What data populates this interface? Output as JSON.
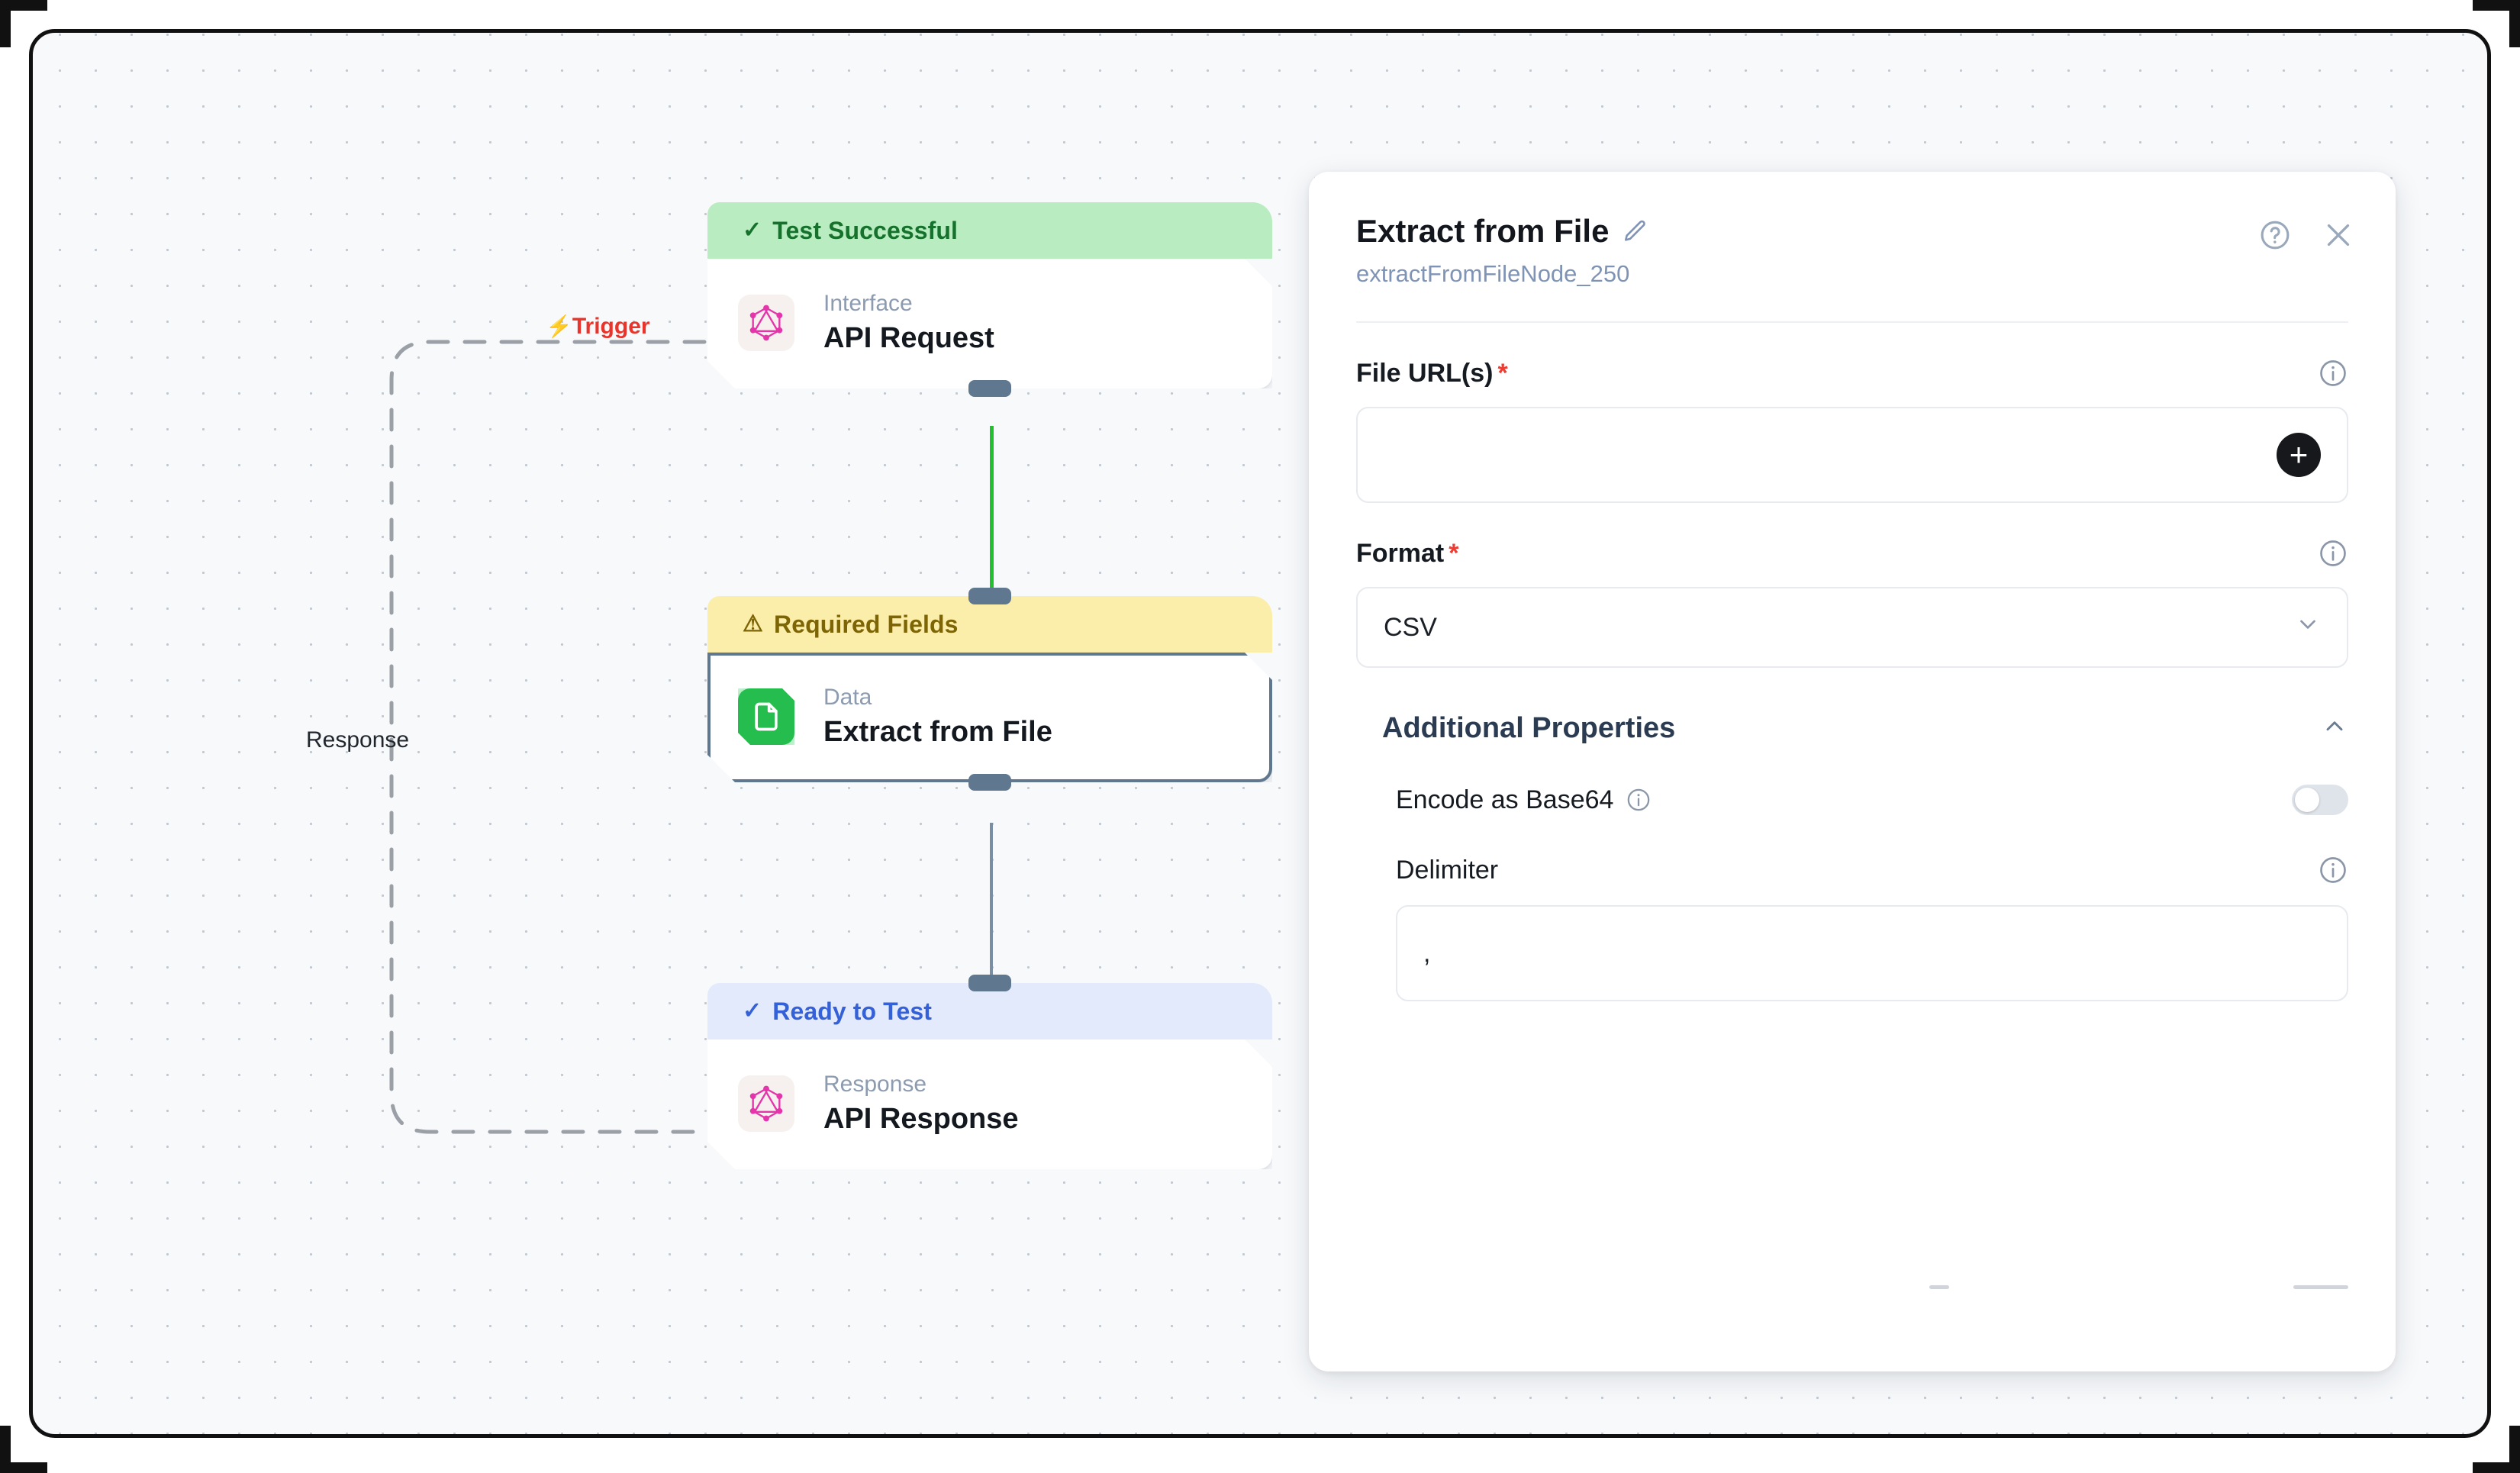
{
  "canvas": {
    "edges": [
      {
        "id": "trigger-edge",
        "label": "Trigger",
        "glyph": "⚡",
        "color": "#e8342b"
      },
      {
        "id": "response-edge",
        "label": "Response",
        "color": "#22272e"
      }
    ],
    "nodes": [
      {
        "id": "api-request",
        "badge": {
          "text": "Test Successful",
          "glyph": "✓",
          "state": "success"
        },
        "kind": "Interface",
        "title": "API Request",
        "icon": "graphql-icon",
        "selected": false
      },
      {
        "id": "extract-from-file",
        "badge": {
          "text": "Required Fields",
          "glyph": "⚠",
          "state": "warning"
        },
        "kind": "Data",
        "title": "Extract from File",
        "icon": "file-document-icon",
        "selected": true
      },
      {
        "id": "api-response",
        "badge": {
          "text": "Ready to Test",
          "glyph": "✓",
          "state": "info"
        },
        "kind": "Response",
        "title": "API Response",
        "icon": "graphql-icon",
        "selected": false
      }
    ]
  },
  "panel": {
    "title": "Extract from File",
    "subtitle": "extractFromFileNode_250",
    "edit_icon": "pencil-icon",
    "help_icon": "help-circle-icon",
    "close_icon": "close-icon",
    "fields": {
      "file_urls": {
        "label": "File URL(s)",
        "required": "*",
        "value": "",
        "placeholder": "",
        "info_icon": "info-icon",
        "add_icon": "plus-icon",
        "add_label": "+"
      },
      "format": {
        "label": "Format",
        "required": "*",
        "value": "CSV",
        "info_icon": "info-icon",
        "chevron_icon": "chevron-down-icon",
        "options": [
          "CSV"
        ]
      }
    },
    "additional_properties": {
      "title": "Additional Properties",
      "collapse_icon": "chevron-up-icon",
      "expanded": true,
      "encode_base64": {
        "label": "Encode as Base64",
        "info_icon": "info-icon",
        "enabled": false
      },
      "delimiter": {
        "label": "Delimiter",
        "info_icon": "info-icon",
        "value": ","
      }
    }
  },
  "colors": {
    "badge_success_bg": "#b9ecc0",
    "badge_success_fg": "#15712b",
    "badge_warning_bg": "#fbeeab",
    "badge_warning_fg": "#7d6506",
    "badge_info_bg": "#e3eafc",
    "badge_info_fg": "#3561d8",
    "connector_active": "#22c02f",
    "connector_idle": "#7a8fa3",
    "handle": "#60788f",
    "node_selected_border": "#60788f",
    "required_star": "#ef3b30",
    "trigger_label": "#e8342b",
    "graphql_pink": "#e535ab",
    "data_green": "#25bd4d",
    "canvas_bg": "#f7f9fb"
  }
}
